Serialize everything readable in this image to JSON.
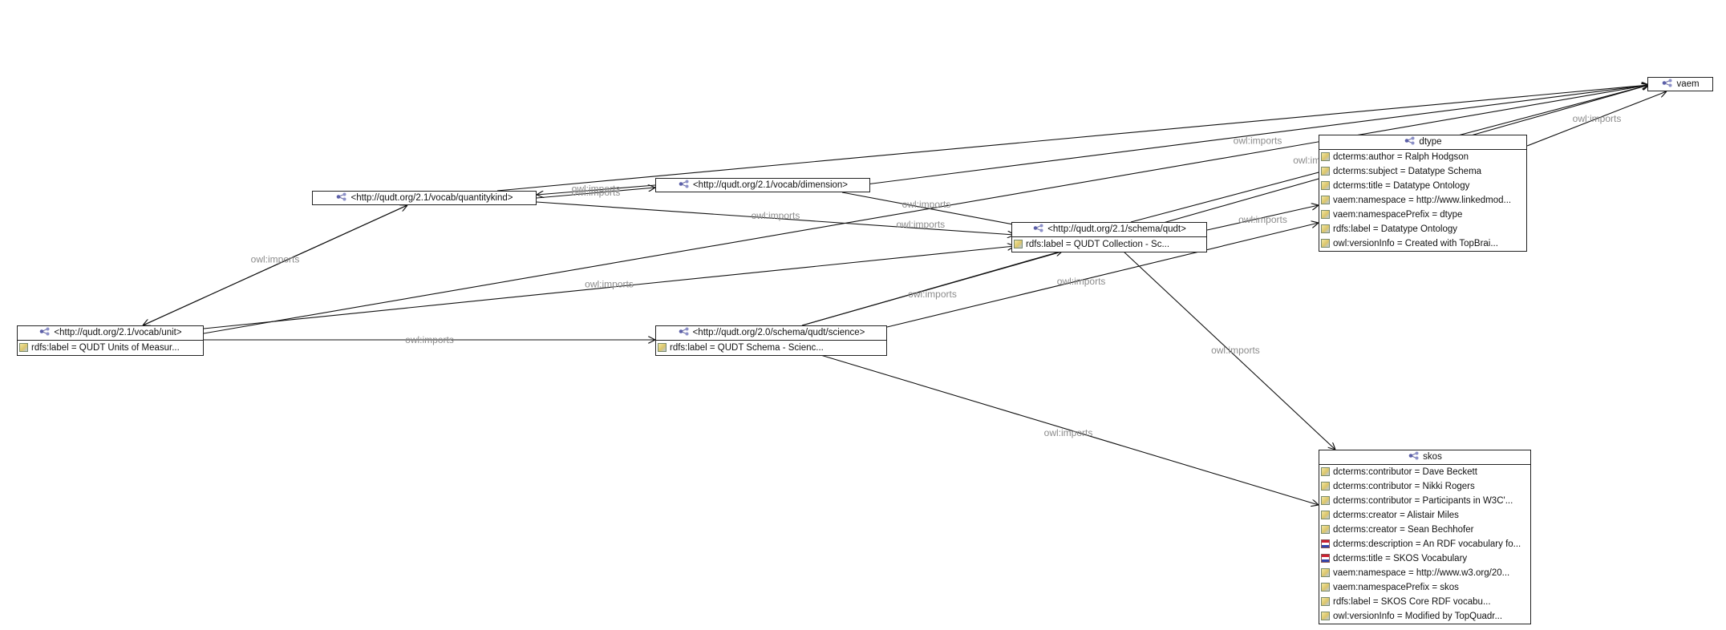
{
  "edge_label": "owl:imports",
  "nodes": {
    "vaem": {
      "title": "vaem"
    },
    "dtype": {
      "title": "dtype",
      "properties": [
        "dcterms:author = Ralph Hodgson",
        "dcterms:subject = Datatype Schema",
        "dcterms:title = Datatype Ontology",
        "vaem:namespace = http://www.linkedmod...",
        "vaem:namespacePrefix = dtype",
        "rdfs:label = Datatype Ontology",
        "owl:versionInfo = Created with TopBrai..."
      ]
    },
    "quantitykind": {
      "title": "<http://qudt.org/2.1/vocab/quantitykind>"
    },
    "dimension": {
      "title": "<http://qudt.org/2.1/vocab/dimension>"
    },
    "schema_qudt": {
      "title": "<http://qudt.org/2.1/schema/qudt>",
      "properties": [
        "rdfs:label = QUDT Collection - Sc..."
      ]
    },
    "unit": {
      "title": "<http://qudt.org/2.1/vocab/unit>",
      "properties": [
        "rdfs:label = QUDT Units of Measur..."
      ]
    },
    "science": {
      "title": "<http://qudt.org/2.0/schema/qudt/science>",
      "properties": [
        "rdfs:label = QUDT Schema - Scienc..."
      ]
    },
    "skos": {
      "title": "skos",
      "properties": [
        "dcterms:contributor = Dave Beckett",
        "dcterms:contributor = Nikki Rogers",
        "dcterms:contributor = Participants in W3C'...",
        "dcterms:creator = Alistair Miles",
        "dcterms:creator = Sean Bechhofer",
        "dcterms:description = An RDF vocabulary fo...",
        "dcterms:title = SKOS Vocabulary",
        "vaem:namespace = http://www.w3.org/20...",
        "vaem:namespacePrefix = skos",
        "rdfs:label = SKOS Core RDF vocabu...",
        "owl:versionInfo = Modified by TopQuadr..."
      ]
    }
  },
  "edges": [
    {
      "from": "unit",
      "to": "quantitykind",
      "label": "owl:imports"
    },
    {
      "from": "quantitykind",
      "to": "unit",
      "label": ""
    },
    {
      "from": "unit",
      "to": "schema_qudt",
      "label": "owl:imports"
    },
    {
      "from": "unit",
      "to": "science",
      "label": "owl:imports"
    },
    {
      "from": "unit",
      "to": "vaem",
      "label": "owl:imports"
    },
    {
      "from": "quantitykind",
      "to": "dimension",
      "label": "owl:imports"
    },
    {
      "from": "dimension",
      "to": "quantitykind",
      "label": "owl:imports"
    },
    {
      "from": "quantitykind",
      "to": "schema_qudt",
      "label": "owl:imports"
    },
    {
      "from": "quantitykind",
      "to": "vaem",
      "label": ""
    },
    {
      "from": "dimension",
      "to": "schema_qudt",
      "label": ""
    },
    {
      "from": "dimension",
      "to": "vaem",
      "label": "owl:imports"
    },
    {
      "from": "schema_qudt",
      "to": "vaem",
      "label": "owl:imports"
    },
    {
      "from": "schema_qudt",
      "to": "dtype",
      "label": "owl:imports"
    },
    {
      "from": "schema_qudt",
      "to": "skos",
      "label": "owl:imports"
    },
    {
      "from": "science",
      "to": "schema_qudt",
      "label": "owl:imports"
    },
    {
      "from": "science",
      "to": "vaem",
      "label": "owl:imports"
    },
    {
      "from": "science",
      "to": "dtype",
      "label": "owl:imports"
    },
    {
      "from": "science",
      "to": "skos",
      "label": "owl:imports"
    },
    {
      "from": "dtype",
      "to": "vaem",
      "label": "owl:imports"
    }
  ]
}
